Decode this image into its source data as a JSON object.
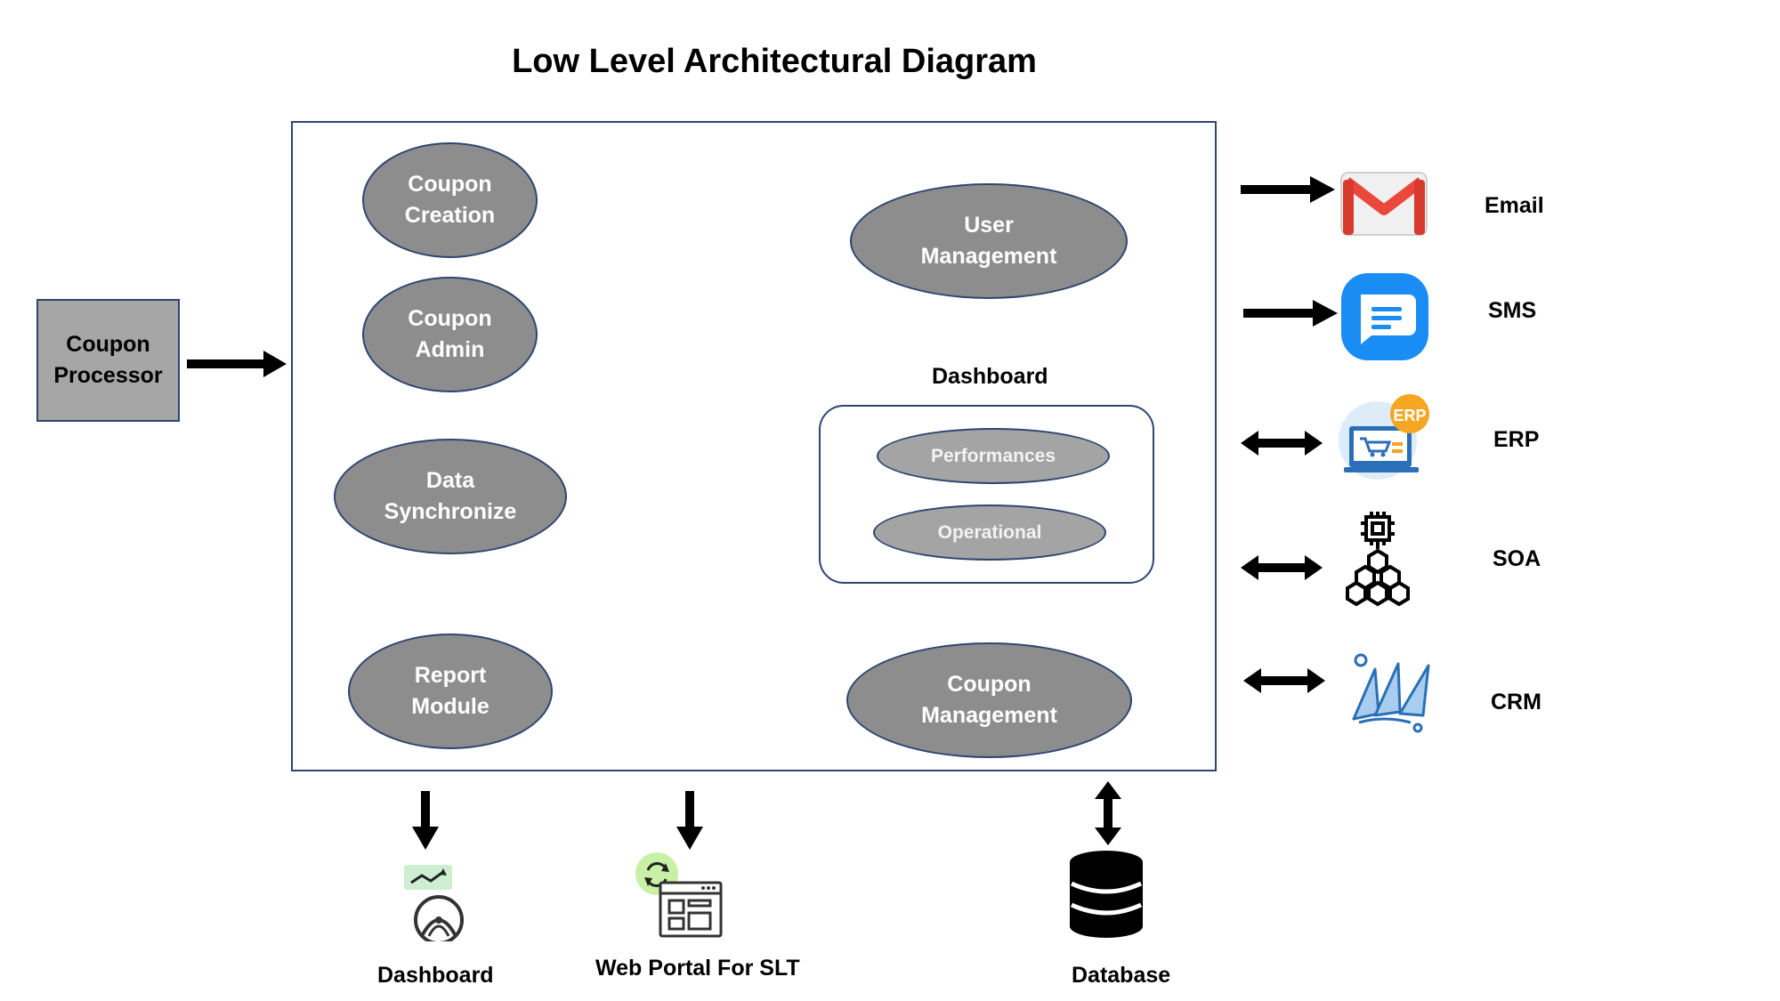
{
  "diagram": {
    "title": "Low Level Architectural Diagram",
    "source": {
      "label": "Coupon Processor"
    },
    "modules": {
      "coupon_creation": "Coupon Creation",
      "coupon_admin": "Coupon Admin",
      "data_sync": "Data Synchronize",
      "report_module": "Report Module",
      "user_management": "User Management",
      "coupon_management": "Coupon Management"
    },
    "dashboard_group": {
      "title": "Dashboard",
      "items": [
        "Performances",
        "Operational"
      ]
    },
    "integrations": [
      {
        "label": "Email",
        "icon": "gmail-icon",
        "arrow": "one-way"
      },
      {
        "label": "SMS",
        "icon": "message-icon",
        "arrow": "one-way"
      },
      {
        "label": "ERP",
        "icon": "erp-icon",
        "arrow": "two-way"
      },
      {
        "label": "SOA",
        "icon": "soa-cubes-icon",
        "arrow": "two-way"
      },
      {
        "label": "CRM",
        "icon": "crm-sails-icon",
        "arrow": "two-way"
      }
    ],
    "outputs": [
      {
        "label": "Dashboard",
        "icon": "gauge-icon",
        "arrow": "down"
      },
      {
        "label": "Web Portal For SLT",
        "icon": "web-portal-icon",
        "arrow": "down"
      },
      {
        "label": "Database",
        "icon": "database-icon",
        "arrow": "two-way"
      }
    ],
    "colors": {
      "ellipse_fill": "#8d8d8d",
      "ellipse_stroke": "#2e4670",
      "box_stroke": "#2f4570",
      "processor_fill": "#a6a6a6",
      "arrow": "#000000"
    }
  }
}
